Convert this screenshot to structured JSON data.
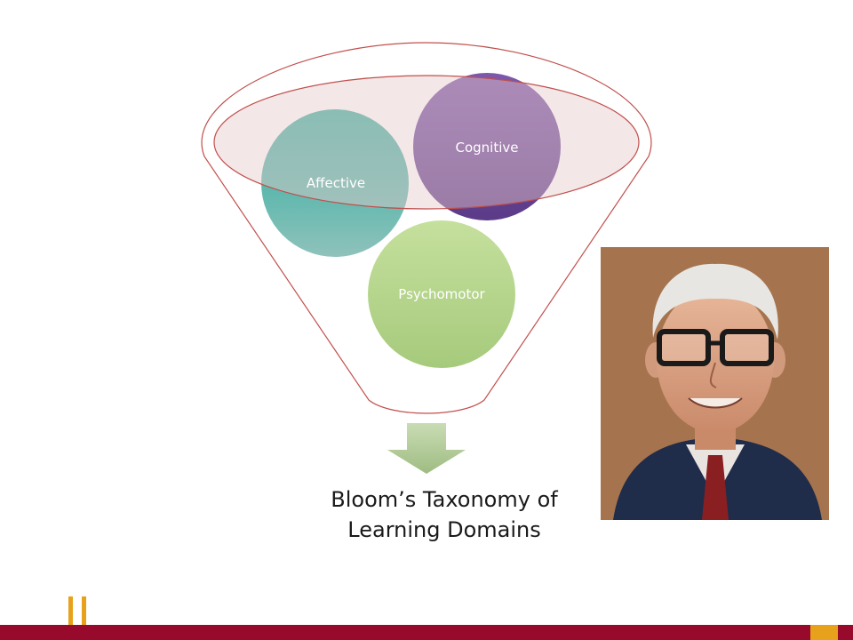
{
  "diagram": {
    "domains": [
      {
        "key": "affective",
        "label": "Affective",
        "color_top": "#4fb9a9",
        "color_bottom": "#7fbfb7"
      },
      {
        "key": "cognitive",
        "label": "Cognitive",
        "color_top": "#7a52a8",
        "color_bottom": "#5a3a86"
      },
      {
        "key": "psychomotor",
        "label": "Psychomotor",
        "color_top": "#b9d98a",
        "color_bottom": "#a3c878"
      }
    ],
    "result": {
      "line1": "Bloom’s Taxonomy of",
      "line2": "Learning Domains"
    },
    "funnel_stroke_color": "#c0504d",
    "arrow_color": "#a9c38d"
  },
  "theme": {
    "footer_color": "#970a2c",
    "accent_color": "#e7a11a"
  }
}
